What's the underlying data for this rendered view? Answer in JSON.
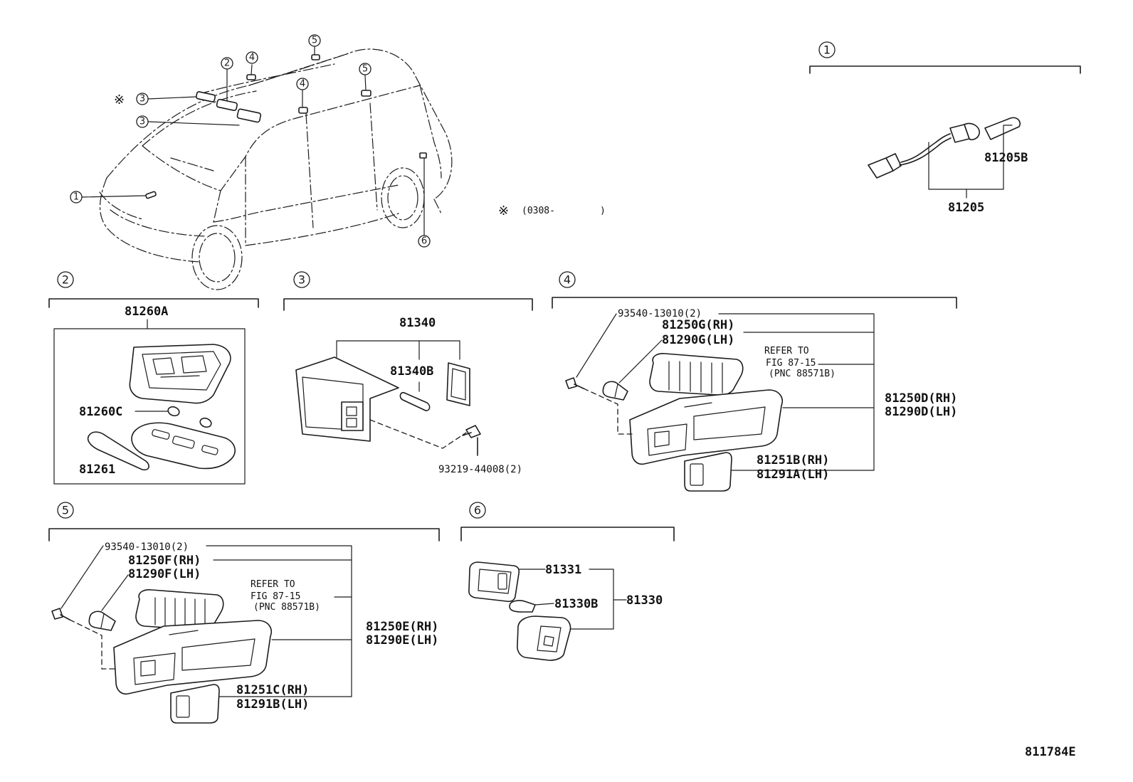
{
  "diagram_code": "811784E",
  "vehicle_note": {
    "mark": "※",
    "text": "(0308-",
    "close": ")"
  },
  "vehicle_callouts": [
    "①",
    "②",
    "③",
    "③",
    "④",
    "④",
    "⑤",
    "⑤",
    "⑥"
  ],
  "sections": [
    {
      "id": "1",
      "label": "①",
      "parts": [
        "81205B",
        "81205"
      ]
    },
    {
      "id": "2",
      "label": "②",
      "parts": [
        "81260A",
        "81260C",
        "81261"
      ]
    },
    {
      "id": "3",
      "label": "③",
      "parts": [
        "81340",
        "81340B",
        "93219-44008(2)"
      ]
    },
    {
      "id": "4",
      "label": "④",
      "parts": [
        "93540-13010(2)",
        "81250G(RH)",
        "81290G(LH)",
        "81250D(RH)",
        "81290D(LH)",
        "81251B(RH)",
        "81291A(LH)"
      ],
      "refer": [
        "REFER TO",
        "FIG 87-15",
        "(PNC 88571B)"
      ]
    },
    {
      "id": "5",
      "label": "⑤",
      "parts": [
        "93540-13010(2)",
        "81250F(RH)",
        "81290F(LH)",
        "81250E(RH)",
        "81290E(LH)",
        "81251C(RH)",
        "81291B(LH)"
      ],
      "refer": [
        "REFER TO",
        "FIG 87-15",
        "(PNC 88571B)"
      ]
    },
    {
      "id": "6",
      "label": "⑥",
      "parts": [
        "81331",
        "81330B",
        "81330"
      ]
    }
  ]
}
